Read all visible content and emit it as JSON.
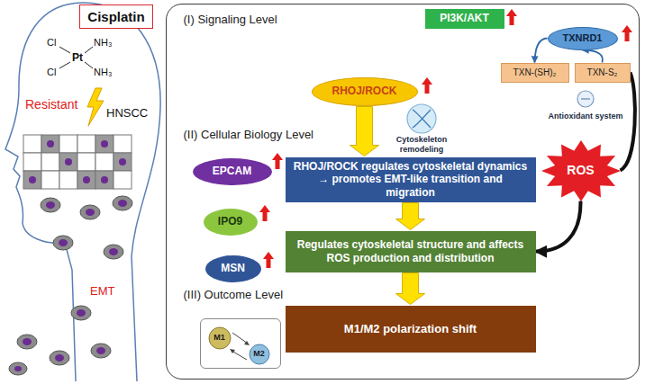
{
  "diagram": {
    "nodes": [
      {
        "text": [
          "Cisplatin"
        ]
      },
      {
        "text": [
          "(I) Signaling Level",
          "(II) Cellular Biology Level",
          "(III) Outcome Level"
        ]
      },
      {
        "text": [
          "PI3K/AKT"
        ],
        "in": 1
      },
      {
        "text": [
          "RHOJ/ROCK"
        ],
        "in": 1
      },
      {
        "text": [
          "TXNRD1"
        ],
        "in": 1
      },
      {
        "text": [
          "TXN-(SH)₂"
        ],
        "in": 1
      },
      {
        "text": [
          "TXN-S₂"
        ],
        "in": 1
      },
      {
        "text": [
          "EPCAM"
        ],
        "in": 1
      },
      {
        "text": [
          "RHOJ/ROCK regulates cytoskeletal dynamics → promotes EMT-like transition and migration"
        ],
        "in": 1
      },
      {
        "text": [
          "IPO9"
        ],
        "in": 1
      },
      {
        "text": [
          "MSN"
        ],
        "in": 1
      },
      {
        "text": [
          "Regulates cytoskeletal structure and affects ROS production and distribution"
        ],
        "in": 1
      },
      {
        "text": [
          "ROS"
        ],
        "in": 1
      },
      {
        "text": [
          "M1",
          "M2"
        ],
        "in": 1
      },
      {
        "text": [
          "M1/M2 polarization shift"
        ],
        "in": 1
      }
    ],
    "edges": [
      {
        "from": 3,
        "to": 8,
        "arrow": "to"
      },
      {
        "from": 8,
        "to": 11,
        "arrow": "to"
      },
      {
        "from": 11,
        "to": 14,
        "arrow": "to"
      },
      {
        "from": 4,
        "to": 5,
        "arrow": "to"
      },
      {
        "from": 6,
        "to": 4,
        "arrow": "to"
      },
      {
        "from": 6,
        "to": 12,
        "arrow": "none"
      },
      {
        "from": 12,
        "to": 11,
        "arrow": "to"
      }
    ],
    "labels": [
      "Cl",
      "NH₃",
      "Pt",
      "Cl",
      "NH₃",
      "Resistant",
      "HNSCC",
      "EMT",
      "Cytoskeleton remodeling",
      "Antioxidant system"
    ]
  }
}
